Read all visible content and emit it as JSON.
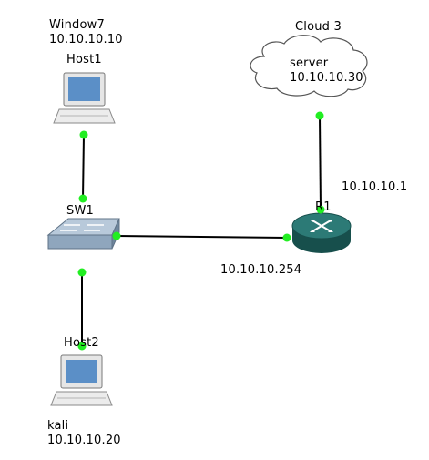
{
  "nodes": {
    "host1": {
      "name": "Host1",
      "desc": "Window7",
      "ip": "10.10.10.10"
    },
    "host2": {
      "name": "Host2",
      "desc": "kali",
      "ip": "10.10.10.20"
    },
    "switch": {
      "name": "SW1"
    },
    "router": {
      "name": "R1",
      "ip_upper": "10.10.10.1",
      "ip_lower": "10.10.10.254"
    },
    "cloud": {
      "name": "Cloud 3",
      "label1": "server",
      "label2": "10.10.10.30"
    }
  },
  "colors": {
    "link": "#000000",
    "port": "#22ee22",
    "router": "#1a5a57",
    "switch": "#8fa6bd",
    "monitor_screen": "#5b8fc7"
  }
}
